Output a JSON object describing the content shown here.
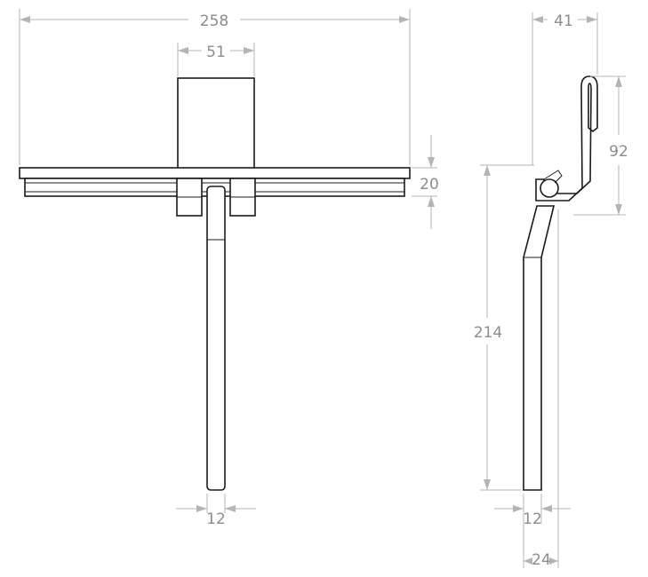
{
  "dimensions": {
    "overall_width": "258",
    "head_width": "51",
    "blade_height": "20",
    "handle_width_front": "12",
    "hook_width": "41",
    "hook_height": "92",
    "side_height": "214",
    "handle_width_side": "12",
    "side_depth": "24"
  },
  "colors": {
    "line": "#1a1a1a",
    "dimension": "#b4b4b4",
    "dimension_text": "#8c8c8c"
  }
}
